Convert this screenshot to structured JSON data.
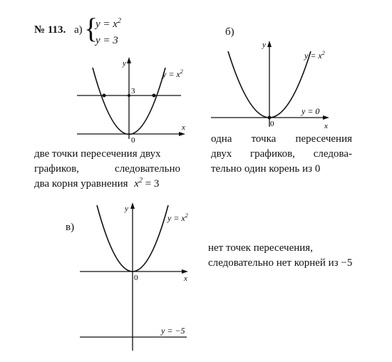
{
  "problem": {
    "number": "№ 113.",
    "part_a_label": "а)",
    "system": {
      "eq1_lhs": "y = x",
      "eq1_exp": "2",
      "eq2": "y = 3"
    }
  },
  "graph_a": {
    "y_axis": "y",
    "x_axis": "x",
    "origin": "0",
    "tick_3": "3",
    "curve_label": "y = x",
    "curve_exp": "2"
  },
  "caption_a": {
    "line1": "две точки пересечения двух",
    "line2_left": "графиков,",
    "line2_right": "следовательно",
    "line3_text": "два корня уравнения",
    "line3_eq_lhs": "x",
    "line3_eq_exp": "2",
    "line3_eq_rhs": "= 3"
  },
  "part_b_label": "б)",
  "graph_b": {
    "y_axis": "y",
    "x_axis": "x",
    "origin": "0",
    "curve_label": "y = x",
    "curve_exp": "2",
    "line_label": "y = 0"
  },
  "caption_b": {
    "line1_words": [
      "одна",
      "точка",
      "пересечения"
    ],
    "line2_words": [
      "двух",
      "графиков,",
      "следова-"
    ],
    "line3": "тельно один корень из 0"
  },
  "part_c_label": "в)",
  "graph_c": {
    "y_axis": "y",
    "x_axis": "x",
    "origin": "0",
    "curve_label": "y = x",
    "curve_exp": "2",
    "line_label": "y = −5"
  },
  "caption_c": {
    "line1": "нет точек пересечения,",
    "line2": "следовательно нет корней из −5"
  }
}
